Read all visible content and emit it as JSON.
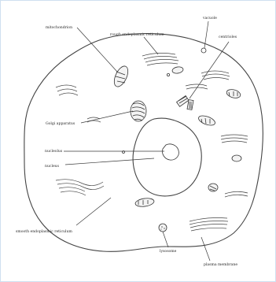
{
  "diagram": {
    "labels": {
      "mitochondrion": "mitochondrion",
      "rough_er": "rough endoplasmic reticulum",
      "vacuole": "vacuole",
      "centrioles": "centrioles",
      "golgi": "Golgi apparatus",
      "nucleolus": "nucleolus",
      "nucleus": "nucleus",
      "smooth_er": "smooth endoplasmic reticulum",
      "lysosome": "lysosome",
      "plasma_membrane": "plasma membrane"
    },
    "colors": {
      "background": "#ffffff",
      "frame_border": "#cfe0f0",
      "ink": "#2a2a2a"
    }
  }
}
